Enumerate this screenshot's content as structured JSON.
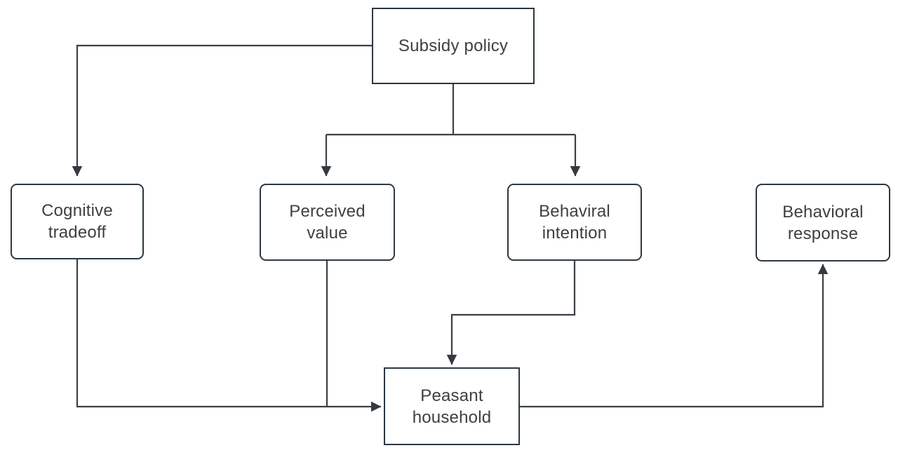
{
  "diagram": {
    "type": "flowchart",
    "background": "#ffffff",
    "colors": {
      "box_border": "#2c3842",
      "connector_line": "#3a4045",
      "arrowhead": "#343a40",
      "text": "#3d4043"
    },
    "nodes": [
      {
        "id": "subsidy-policy",
        "label": "Subsidy policy",
        "shape": "rectangle"
      },
      {
        "id": "cognitive-tradeoff",
        "label": "Cognitive\ntradeoff",
        "shape": "rounded-rectangle"
      },
      {
        "id": "perceived-value",
        "label": "Perceived\nvalue",
        "shape": "rounded-rectangle"
      },
      {
        "id": "behaviral-intention",
        "label": "Behaviral\nintention",
        "shape": "rounded-rectangle"
      },
      {
        "id": "behavioral-response",
        "label": "Behavioral\nresponse",
        "shape": "rounded-rectangle"
      },
      {
        "id": "peasant-household",
        "label": "Peasant\nhousehold",
        "shape": "rectangle"
      }
    ],
    "edges": [
      {
        "from": "subsidy-policy",
        "to": "cognitive-tradeoff",
        "arrow": true
      },
      {
        "from": "subsidy-policy",
        "to": "perceived-value",
        "arrow": true
      },
      {
        "from": "subsidy-policy",
        "to": "behaviral-intention",
        "arrow": true
      },
      {
        "from": "cognitive-tradeoff",
        "to": "peasant-household",
        "arrow": true
      },
      {
        "from": "perceived-value",
        "to": "peasant-household",
        "arrow": true,
        "note": "merges into cognitive-tradeoff line"
      },
      {
        "from": "behaviral-intention",
        "to": "peasant-household",
        "arrow": true
      },
      {
        "from": "peasant-household",
        "to": "behavioral-response",
        "arrow": true
      }
    ]
  }
}
